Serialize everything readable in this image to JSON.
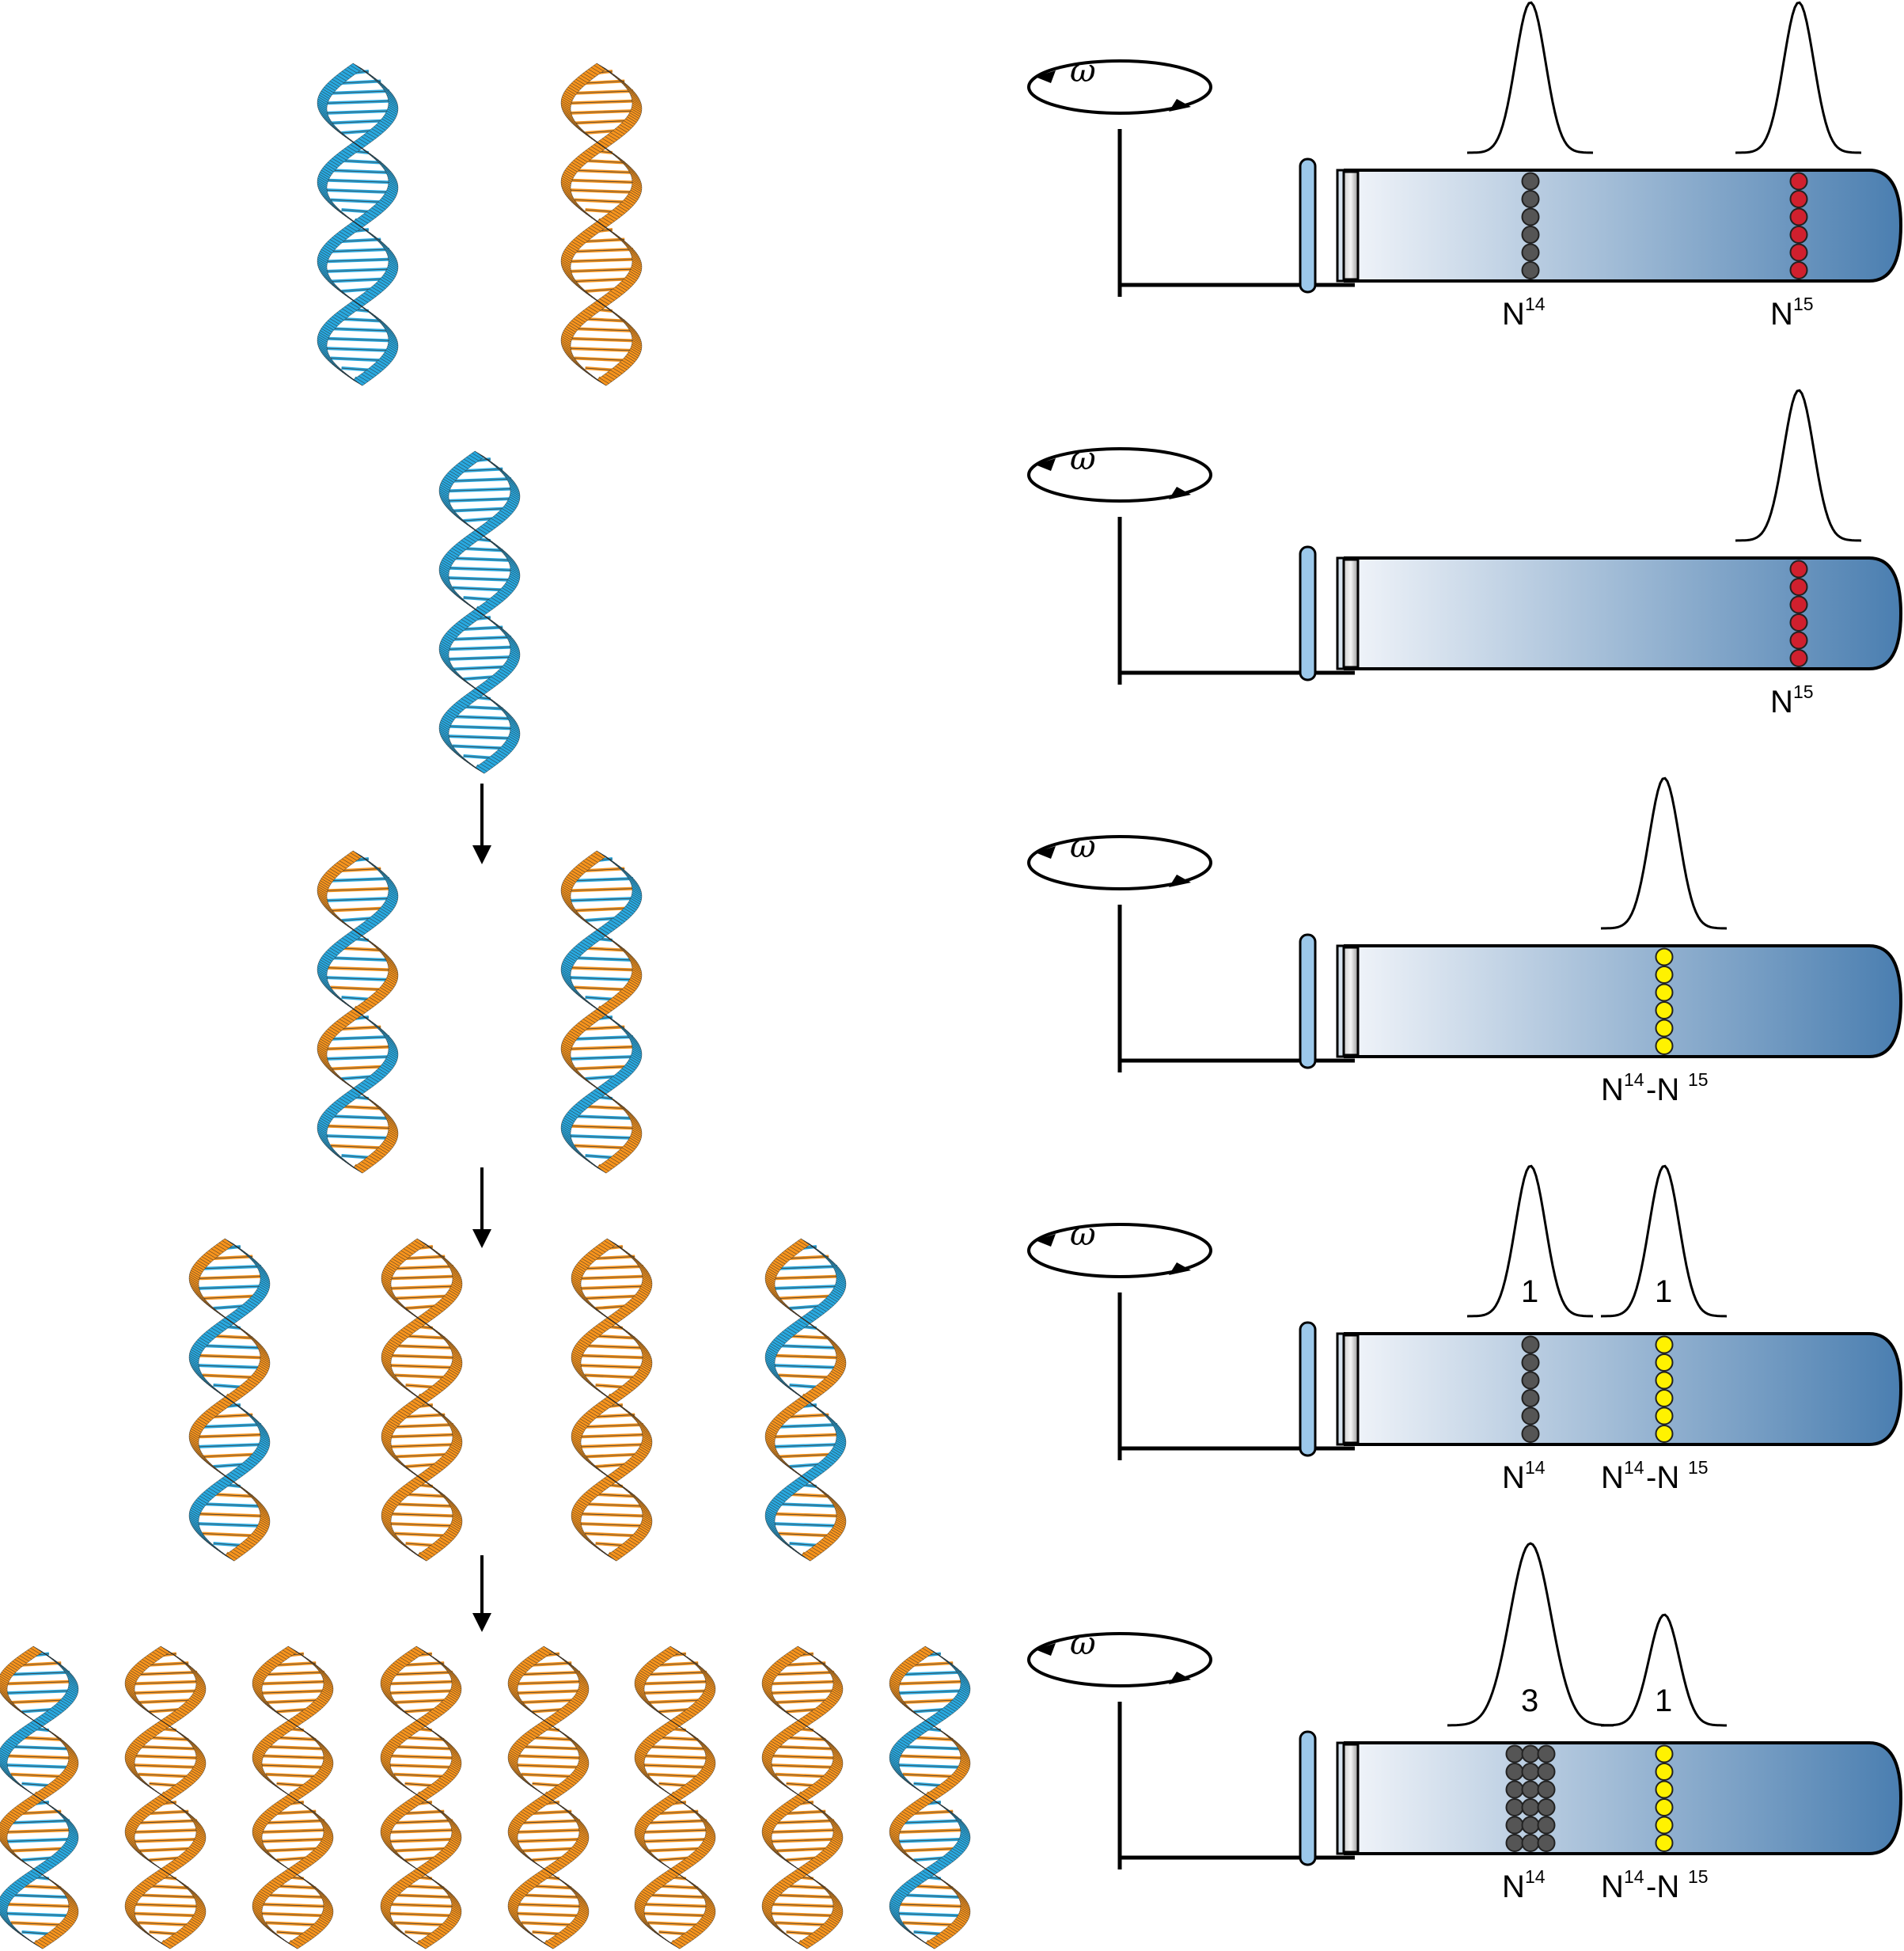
{
  "colors": {
    "heavy_strand": "#29A9E0",
    "light_strand": "#F7941D",
    "band_n14": "#555555",
    "band_n15": "#D0202E",
    "band_hybrid": "#FFF200",
    "tube_dark": "#4A7EB0",
    "tube_light": "#F2F5FA"
  },
  "rotation_symbol": "ω",
  "rows": [
    {
      "helices": [
        [
          "blue",
          "blue"
        ],
        [
          "orange",
          "orange"
        ]
      ],
      "bands": [
        {
          "type": "n14",
          "label": "N",
          "sup": "14",
          "cols": 1
        },
        {
          "type": "n15",
          "label": "N",
          "sup": "15",
          "cols": 1
        }
      ]
    },
    {
      "helices": [
        [
          "blue",
          "blue"
        ]
      ],
      "bands": [
        {
          "type": "n15",
          "label": "N",
          "sup": "15",
          "cols": 1
        }
      ]
    },
    {
      "helices": [
        [
          "orange",
          "blue"
        ],
        [
          "orange",
          "blue"
        ]
      ],
      "bands": [
        {
          "type": "hybrid",
          "label": "N",
          "sup": "14",
          "label2": "-N",
          "sup2": "15",
          "cols": 1
        }
      ]
    },
    {
      "helices": [
        [
          "orange",
          "blue"
        ],
        [
          "orange",
          "orange"
        ],
        [
          "orange",
          "orange"
        ],
        [
          "orange",
          "blue"
        ]
      ],
      "bands": [
        {
          "type": "n14",
          "label": "N",
          "sup": "14",
          "cols": 1,
          "ratio": "1"
        },
        {
          "type": "hybrid",
          "label": "N",
          "sup": "14",
          "label2": "-N",
          "sup2": "15",
          "cols": 1,
          "ratio": "1"
        }
      ]
    },
    {
      "helices": [
        [
          "orange",
          "blue"
        ],
        [
          "orange",
          "orange"
        ],
        [
          "orange",
          "orange"
        ],
        [
          "orange",
          "orange"
        ],
        [
          "orange",
          "orange"
        ],
        [
          "orange",
          "orange"
        ],
        [
          "orange",
          "orange"
        ],
        [
          "orange",
          "blue"
        ]
      ],
      "bands": [
        {
          "type": "n14",
          "label": "N",
          "sup": "14",
          "cols": 3,
          "ratio": "3"
        },
        {
          "type": "hybrid",
          "label": "N",
          "sup": "14",
          "label2": "-N",
          "sup2": "15",
          "cols": 1,
          "ratio": "1"
        }
      ]
    }
  ]
}
